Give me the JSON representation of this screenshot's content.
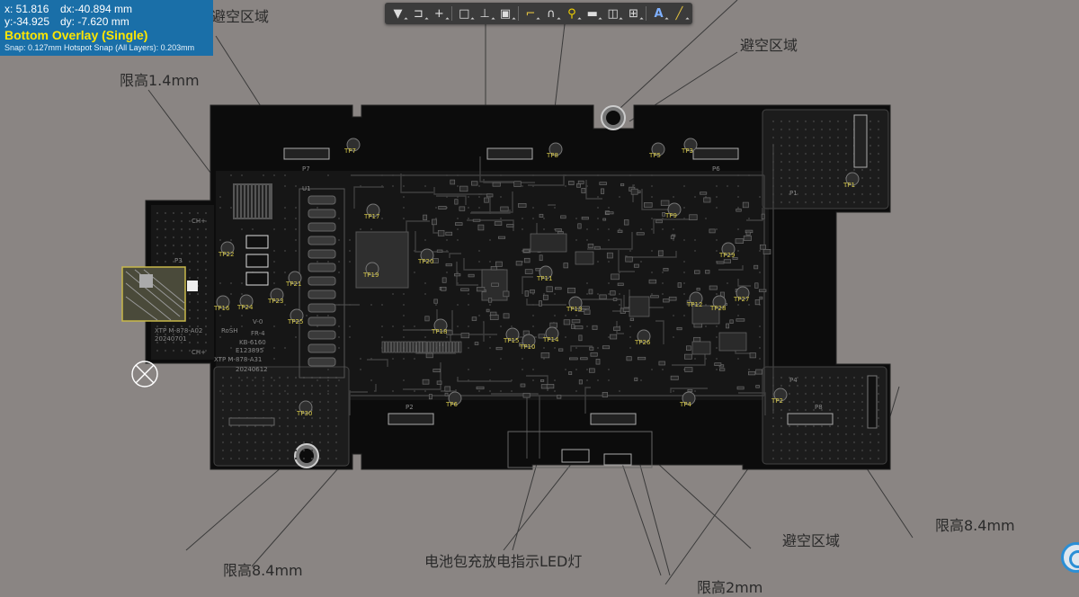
{
  "hud": {
    "x": "x: 51.816",
    "dx": "dx:-40.894 mm",
    "y": "y:-34.925",
    "dy": "dy: -7.620  mm",
    "layer": "Bottom Overlay (Single)",
    "snap": "Snap: 0.127mm Hotspot Snap (All Layers): 0.203mm"
  },
  "toolbar": {
    "tools": [
      "filter-icon",
      "route-icon",
      "cross-icon",
      "rect-select-icon",
      "align-icon",
      "component-icon",
      "track-icon",
      "arc-icon",
      "via-icon",
      "polygon-icon",
      "region-icon",
      "dimension-icon",
      "text-icon",
      "line-icon"
    ],
    "glyphs": [
      "▼",
      "⊐",
      "+",
      "□",
      "⊥",
      "▣",
      "⌐",
      "∩",
      "⚲",
      "▬",
      "◫",
      "⊞",
      "A",
      "╱"
    ]
  },
  "annotations": {
    "keepout_top_left": "避空区域",
    "keepout_top_right": "避空区域",
    "height_top_left": "限高1.4mm",
    "height_bottom_left": "限高8.4mm",
    "led_indicator": "电池包充放电指示LED灯",
    "height_bottom_mid": "限高2mm",
    "keepout_bottom_right": "避空区域",
    "height_bottom_right": "限高8.4mm"
  },
  "board": {
    "silk_labels": {
      "ch_plus_top": "CH+",
      "ch_plus_bottom": "CH+",
      "p3": "P3",
      "p4": "P4",
      "p1": "P1",
      "p7": "P7",
      "p8": "P8",
      "p6": "P6",
      "p2": "P2",
      "u1": "U1",
      "rsh": "RoSH",
      "fr4": "FR-4",
      "date1": "20240701",
      "date2": "20240612",
      "part1": "XTP M-878-A02",
      "part2": "XTP M-878-A31",
      "e_num": "E123895",
      "kb": "KB-6160",
      "v0": "V-0"
    },
    "test_points": [
      "TP22",
      "TP23",
      "TP24",
      "TP25",
      "TP21",
      "TP16",
      "TP17",
      "TP19",
      "TP20",
      "TP18",
      "TP15",
      "TP10",
      "TP14",
      "TP13",
      "TP11",
      "TP12",
      "TP26",
      "TP27",
      "TP28",
      "TP29",
      "TP9",
      "TP8",
      "TP7",
      "TP1",
      "TP2",
      "TP3",
      "TP4",
      "TP5",
      "TP6",
      "TP30"
    ]
  }
}
